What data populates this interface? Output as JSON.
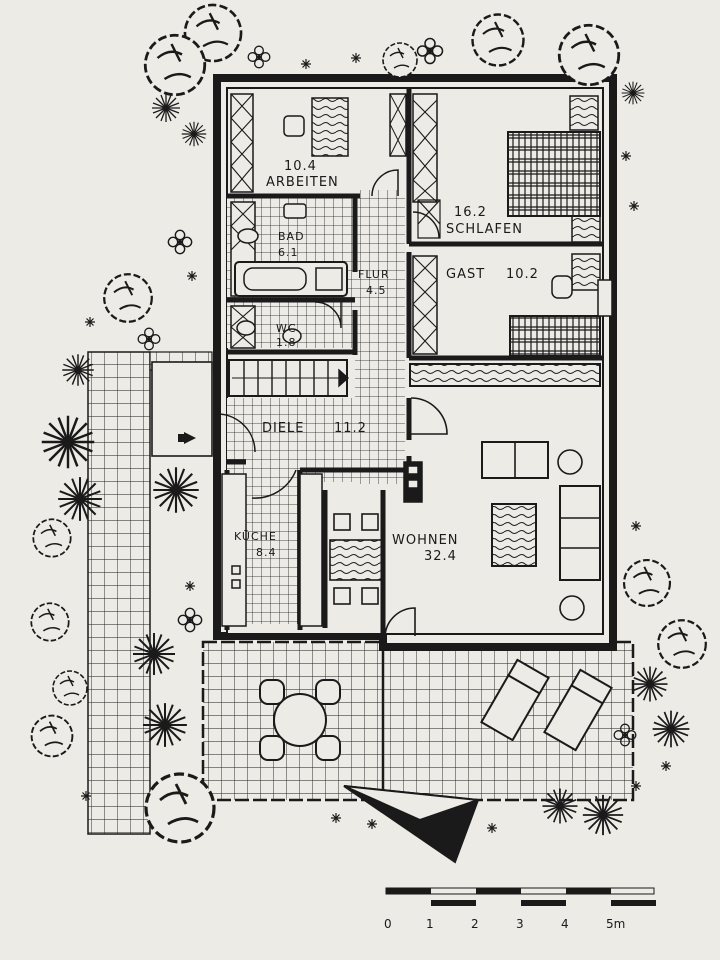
{
  "rooms": {
    "arbeiten": {
      "area": "10.4",
      "name": "ARBEITEN"
    },
    "schlafen": {
      "area": "16.2",
      "name": "SCHLAFEN"
    },
    "bad": {
      "name": "BAD",
      "area": "6.1"
    },
    "flur": {
      "name": "FLUR",
      "area": "4.5"
    },
    "gast": {
      "name": "GAST",
      "area": "10.2"
    },
    "wc": {
      "name": "WC",
      "area": "1.8"
    },
    "diele": {
      "name": "DIELE",
      "area": "11.2"
    },
    "kueche": {
      "name": "KÜCHE",
      "area": "8.4"
    },
    "wohnen": {
      "name": "WOHNEN",
      "area": "32.4"
    }
  },
  "scale": {
    "ticks": [
      "0",
      "1",
      "2",
      "3",
      "4",
      "5m"
    ]
  },
  "colors": {
    "ink": "#1a1a1a",
    "paper": "#ecebe6"
  }
}
